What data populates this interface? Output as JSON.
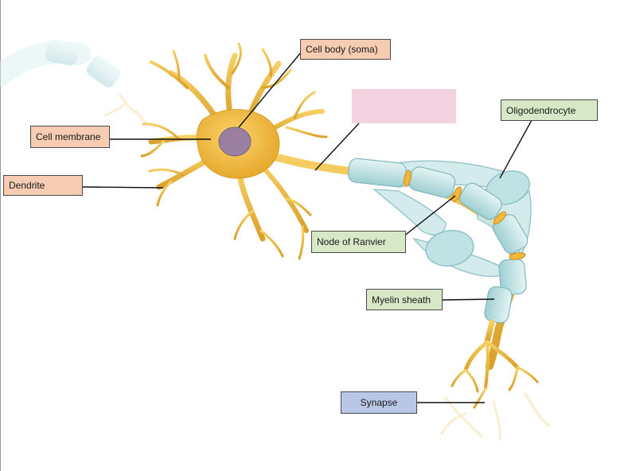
{
  "labels": {
    "cell_body": "Cell body (soma)",
    "cell_membrane": "Cell membrane",
    "dendrite": "Dendrite",
    "oligodendrocyte": "Oligodendrocyte",
    "node_of_ranvier": "Node of Ranvier",
    "myelin_sheath": "Myelin sheath",
    "synapse": "Synapse",
    "blank": ""
  },
  "colors": {
    "neuron": "#f3bf4a",
    "neuron_dark": "#d79b1f",
    "nucleus": "#9a7fa0",
    "myelin": "#bfe2e4",
    "myelin_dark": "#8fc2c7",
    "label_orange": "#f6ccb2",
    "label_green": "#d6e8c5",
    "label_blue": "#b9c7e6",
    "blank_box": "#f5d2e0"
  }
}
